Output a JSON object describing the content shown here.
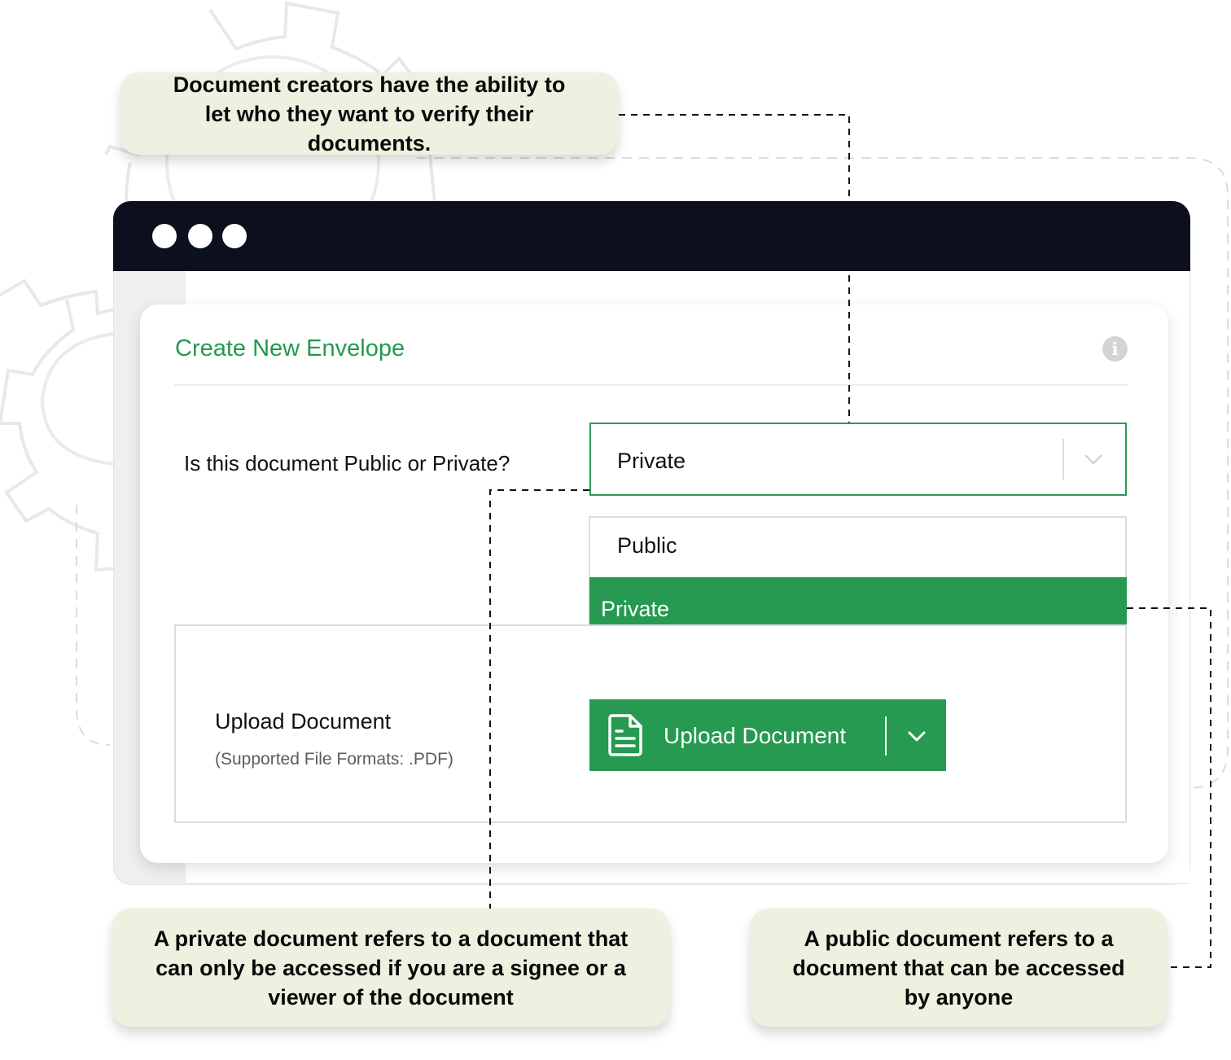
{
  "colors": {
    "brand_green": "#259a50",
    "title_bar": "#0b0f1e",
    "callout_bg": "#edf1df",
    "info_icon": "#d4d4d4"
  },
  "window": {
    "controls": [
      "dot",
      "dot",
      "dot"
    ]
  },
  "card": {
    "title": "Create New Envelope",
    "info_icon": "info-icon"
  },
  "visibility": {
    "question": "Is this document Public or Private?",
    "selected_value": "Private",
    "options": [
      {
        "label": "Public",
        "highlighted": false
      },
      {
        "label": "Private",
        "highlighted": true
      }
    ]
  },
  "upload": {
    "title": "Upload Document",
    "subtitle": "(Supported File Formats: .PDF)",
    "button_label": "Upload Document",
    "button_icon": "document-icon"
  },
  "callouts": {
    "top": "Document creators have the ability to let who they want to verify their documents.",
    "private": "A private document refers to a document that can only be accessed if you are a signee or a viewer of the document",
    "public": "A public document refers to a document that can be accessed by anyone"
  }
}
